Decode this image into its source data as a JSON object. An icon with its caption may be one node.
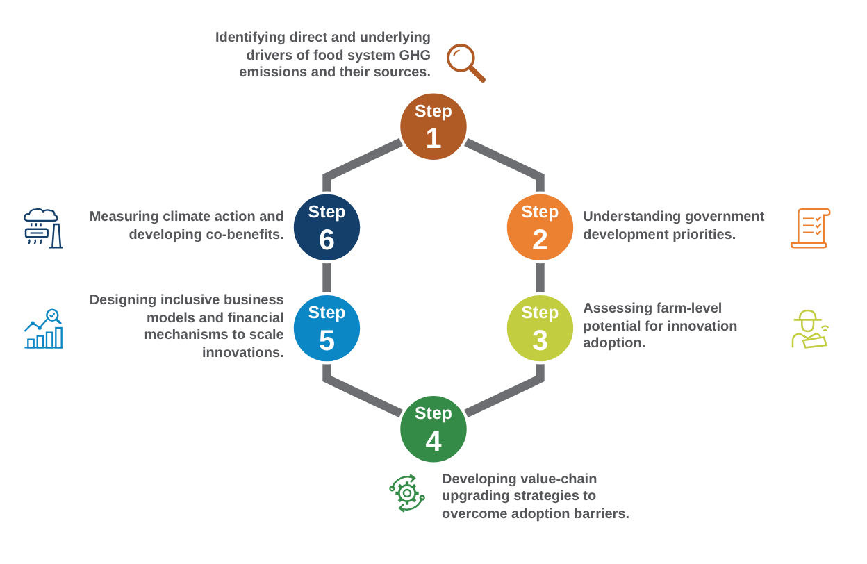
{
  "diagram": {
    "nodes": [
      {
        "text": [
          "Step",
          "1"
        ],
        "beside": [
          "Identifying direct and underlying drivers of food system GHG emissions and their sources."
        ]
      },
      {
        "text": [
          "Step",
          "2"
        ],
        "beside": [
          "Understanding government development priorities."
        ]
      },
      {
        "text": [
          "Step",
          "3"
        ],
        "beside": [
          "Assessing farm-level potential for innovation adoption."
        ]
      },
      {
        "text": [
          "Step",
          "4"
        ],
        "beside": [
          "Developing value-chain upgrading strategies to overcome adoption barriers."
        ]
      },
      {
        "text": [
          "Step",
          "5"
        ],
        "beside": [
          "Designing inclusive business models and financial mechanisms to scale innovations."
        ]
      },
      {
        "text": [
          "Step",
          "6"
        ],
        "beside": [
          "Measuring climate action and developing co-benefits."
        ]
      }
    ],
    "edges": [
      {
        "from": 0,
        "to": 1,
        "arrow": "none"
      },
      {
        "from": 1,
        "to": 2,
        "arrow": "none"
      },
      {
        "from": 2,
        "to": 3,
        "arrow": "none"
      },
      {
        "from": 4,
        "to": 3,
        "arrow": "none"
      },
      {
        "from": 5,
        "to": 4,
        "arrow": "none"
      },
      {
        "from": 0,
        "to": 5,
        "arrow": "none"
      }
    ]
  }
}
